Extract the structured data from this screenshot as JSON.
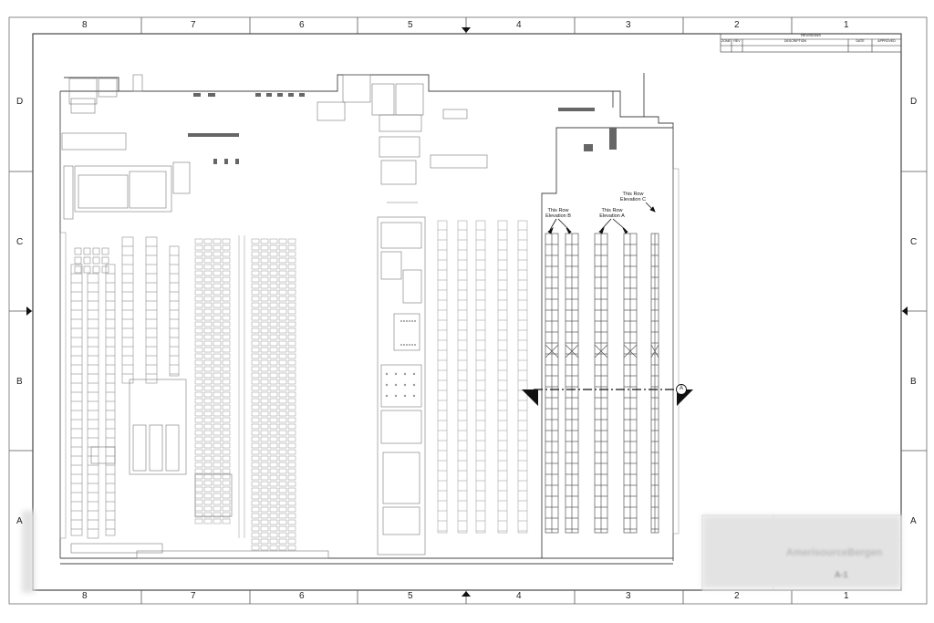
{
  "border": {
    "columns": [
      "8",
      "7",
      "6",
      "5",
      "4",
      "3",
      "2",
      "1"
    ],
    "rows": [
      "D",
      "C",
      "B",
      "A"
    ]
  },
  "revisions": {
    "title": "REVISIONS",
    "headers": [
      "ZONE",
      "REV",
      "DESCRIPTION",
      "DATE",
      "APPROVED"
    ]
  },
  "annotations": {
    "elevation_b": [
      "This Row",
      "Elevation B"
    ],
    "elevation_a": [
      "This Row",
      "Elevation A"
    ],
    "elevation_c": [
      "This Row",
      "Elevation C"
    ],
    "section_marker": "A"
  },
  "title_block": {
    "client": "AmerisourceBergen",
    "sheet": "A-1"
  },
  "colors": {
    "line": "#333333",
    "light_line": "#8a8a8a",
    "blur": "#e3e3e3"
  }
}
